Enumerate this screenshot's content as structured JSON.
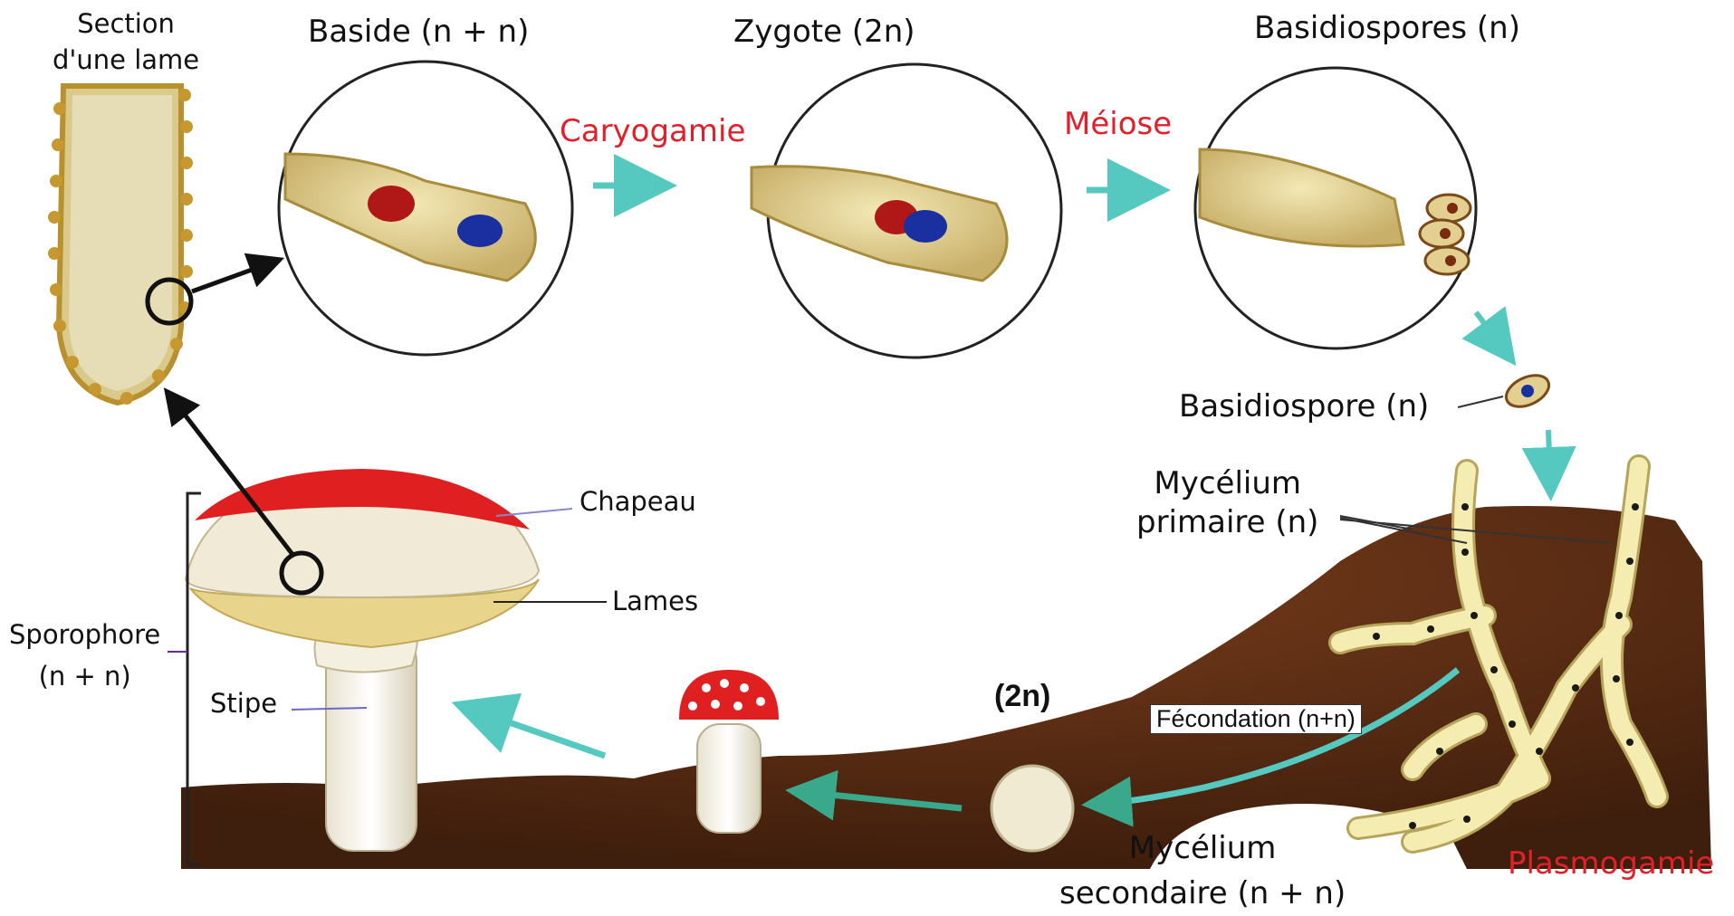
{
  "labels": {
    "section": "Section\nd'une lame",
    "baside": "Baside (n + n)",
    "zygote": "Zygote (2n)",
    "basidiospores": "Basidiospores (n)",
    "caryogamie": "Caryogamie",
    "meiose": "Méiose",
    "basidiospore": "Basidiospore (n)",
    "mycelium_primaire": "Mycélium\nprimaire (n)",
    "chapeau": "Chapeau",
    "lames": "Lames",
    "sporophore": "Sporophore\n(n + n)",
    "stipe": "Stipe",
    "two_n": "(2n)",
    "fecondation": "Fécondation (n+n)",
    "mycelium_secondaire": "Mycélium\nsecondaire (n + n)",
    "plasmogamie": "Plasmogamie"
  },
  "colors": {
    "process_red": "#e0202a",
    "arrow_teal": "#55c8c0",
    "cap_red": "#e02020",
    "soil": "#5a2e14",
    "hypha": "#f4ecb0",
    "cell": "#d9c77e",
    "nucleus_red": "#b01818",
    "nucleus_blue": "#1a2fa0"
  }
}
